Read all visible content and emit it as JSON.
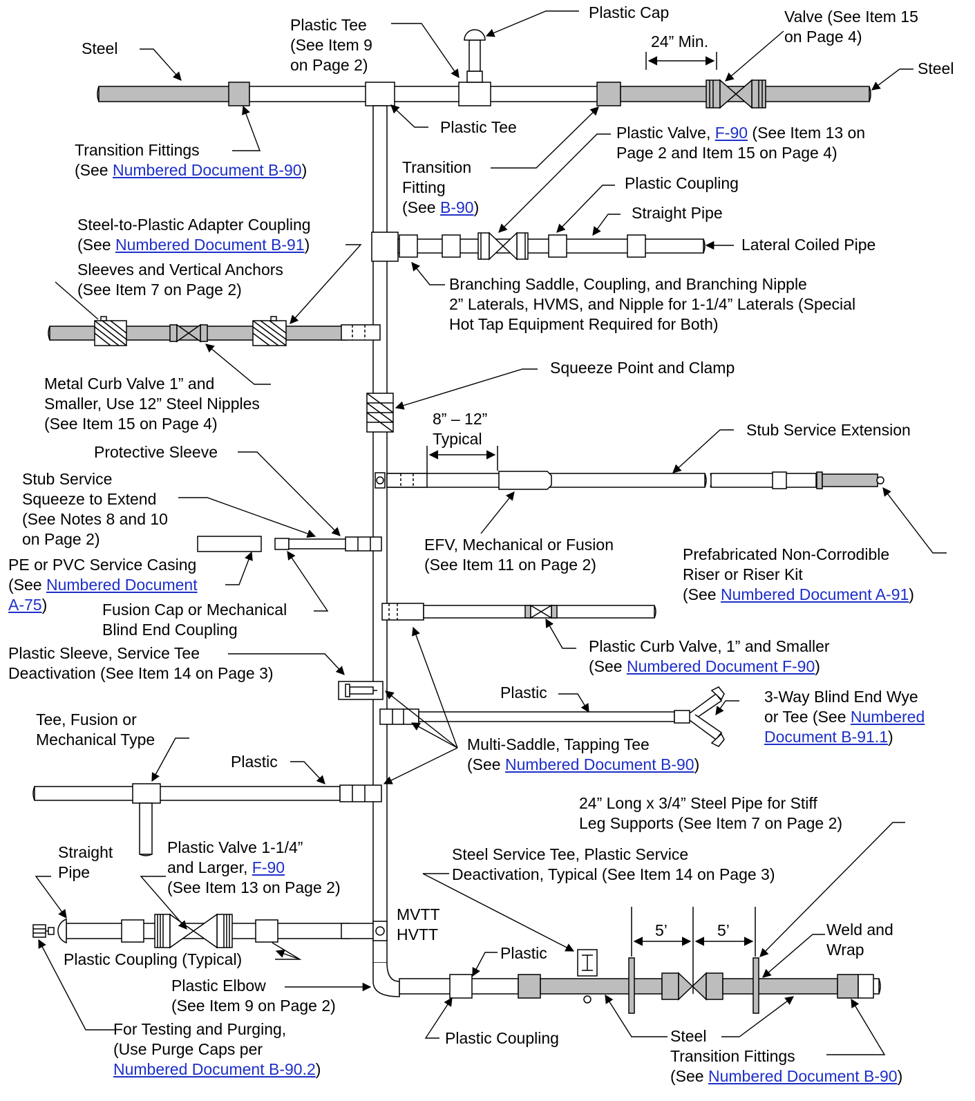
{
  "colors": {
    "steel_fill": "#bdbdbd",
    "plastic_fill": "#ffffff",
    "line": "#000000",
    "link": "#1d2fc8"
  },
  "labels": {
    "steel_left": "Steel",
    "plastic_tee_top_1": "Plastic Tee",
    "plastic_tee_top_2": "(See Item 9",
    "plastic_tee_top_3": "on Page 2)",
    "plastic_cap": "Plastic Cap",
    "valve_1": "Valve (See Item 15",
    "valve_2": "on Page 4)",
    "min24": "24” Min.",
    "steel_right": "Steel",
    "plastic_tee_mid": "Plastic Tee",
    "transition_fittings_1": "Transition Fittings",
    "transition_fittings_2_pre": "(See ",
    "transition_fittings_2_link": "Numbered Document B-90",
    "transition_fittings_2_post": ")",
    "plastic_valve_1_pre": "Plastic Valve, ",
    "plastic_valve_1_link": "F-90",
    "plastic_valve_1_post": " (See Item 13 on",
    "plastic_valve_2": "Page 2 and Item 15 on Page 4)",
    "transition_fitting_a": "Transition",
    "transition_fitting_b": "Fitting",
    "transition_fitting_c_pre": "(See ",
    "transition_fitting_c_link": "B-90",
    "transition_fitting_c_post": ")",
    "plastic_coupling": "Plastic Coupling",
    "straight_pipe": "Straight Pipe",
    "adapter_1": "Steel-to-Plastic Adapter Coupling",
    "adapter_2_pre": "(See ",
    "adapter_2_link": "Numbered Document B-91",
    "adapter_2_post": ")",
    "lateral_coiled": "Lateral Coiled Pipe",
    "sleeves_1": "Sleeves and Vertical Anchors",
    "sleeves_2": "(See Item 7 on Page 2)",
    "branching_1": "Branching Saddle, Coupling, and Branching Nipple",
    "branching_2": "2” Laterals, HVMS, and Nipple for 1-1/4” Laterals (Special",
    "branching_3": "Hot Tap Equipment Required for Both)",
    "squeeze_point": "Squeeze Point and Clamp",
    "metal_curb_1": "Metal Curb Valve 1” and",
    "metal_curb_2": "Smaller, Use 12” Steel Nipples",
    "metal_curb_3": "(See Item 15 on Page 4)",
    "typical_1": "8” – 12”",
    "typical_2": "Typical",
    "stub_extension": "Stub Service Extension",
    "protective_sleeve": "Protective Sleeve",
    "stub_squeeze_1": "Stub Service",
    "stub_squeeze_2": "Squeeze to Extend",
    "stub_squeeze_3": "(See Notes 8 and 10",
    "stub_squeeze_4": "on Page 2)",
    "efv_1": "EFV, Mechanical or Fusion",
    "efv_2": "(See Item 11 on Page 2)",
    "prefab_1": "Prefabricated Non-Corrodible",
    "prefab_2": "Riser or Riser Kit",
    "prefab_3_pre": "(See ",
    "prefab_3_link": "Numbered Document A-91",
    "prefab_3_post": ")",
    "casing_1": "PE or PVC Service Casing",
    "casing_2_pre": "(See ",
    "casing_2_link": "Numbered Document",
    "casing_3_link": "A-75",
    "casing_3_post": ")",
    "fusion_cap_1": "Fusion Cap or Mechanical",
    "fusion_cap_2": "Blind End Coupling",
    "plastic_curb_1": "Plastic Curb Valve, 1” and Smaller",
    "plastic_curb_2_pre": "(See ",
    "plastic_curb_2_link": "Numbered Document F-90",
    "plastic_curb_2_post": ")",
    "plastic_sleeve_1": "Plastic Sleeve, Service Tee",
    "plastic_sleeve_2": "Deactivation (See Item 14 on Page 3)",
    "plastic_mid": "Plastic",
    "wye_1": "3-Way Blind End Wye",
    "wye_2_pre": "or Tee (See ",
    "wye_2_link": "Numbered",
    "wye_3_link": "Document B-91.1",
    "wye_3_post": ")",
    "tee_fusion_1": "Tee, Fusion or",
    "tee_fusion_2": "Mechanical Type",
    "multi_saddle_1": "Multi-Saddle, Tapping Tee",
    "multi_saddle_2_pre": "(See ",
    "multi_saddle_2_link": "Numbered Document B-90",
    "multi_saddle_2_post": ")",
    "plastic_left": "Plastic",
    "stiff_leg_1": "24” Long x 3/4” Steel Pipe for Stiff",
    "stiff_leg_2": "Leg Supports (See Item 7 on Page 2)",
    "straight_pipe_1": "Straight",
    "straight_pipe_2": "Pipe",
    "plastic_valve_large_1": "Plastic Valve 1-1/4”",
    "plastic_valve_large_2_pre": "and Larger, ",
    "plastic_valve_large_2_link": "F-90",
    "plastic_valve_large_3": "(See Item 13 on Page 2)",
    "steel_service_tee_1": "Steel Service Tee, Plastic Service",
    "steel_service_tee_2": "Deactivation, Typical (See Item 14 on Page 3)",
    "mvtt": "MVTT",
    "hvtt": "HVTT",
    "dim_5a": "5’",
    "dim_5b": "5’",
    "weld_1": "Weld and",
    "weld_2": "Wrap",
    "plastic_coupling_typical": "Plastic Coupling (Typical)",
    "plastic_bottom": "Plastic",
    "plastic_elbow_1": "Plastic Elbow",
    "plastic_elbow_2": "(See Item 9 on Page 2)",
    "testing_1": "For Testing and Purging,",
    "testing_2": "(Use Purge Caps per",
    "testing_3_link": "Numbered Document B-90.2",
    "testing_3_post": ")",
    "plastic_coupling_bottom": "Plastic Coupling",
    "steel_bottom": "Steel",
    "transition_bottom_1": "Transition Fittings",
    "transition_bottom_2_pre": "(See ",
    "transition_bottom_2_link": "Numbered Document B-90",
    "transition_bottom_2_post": ")"
  }
}
